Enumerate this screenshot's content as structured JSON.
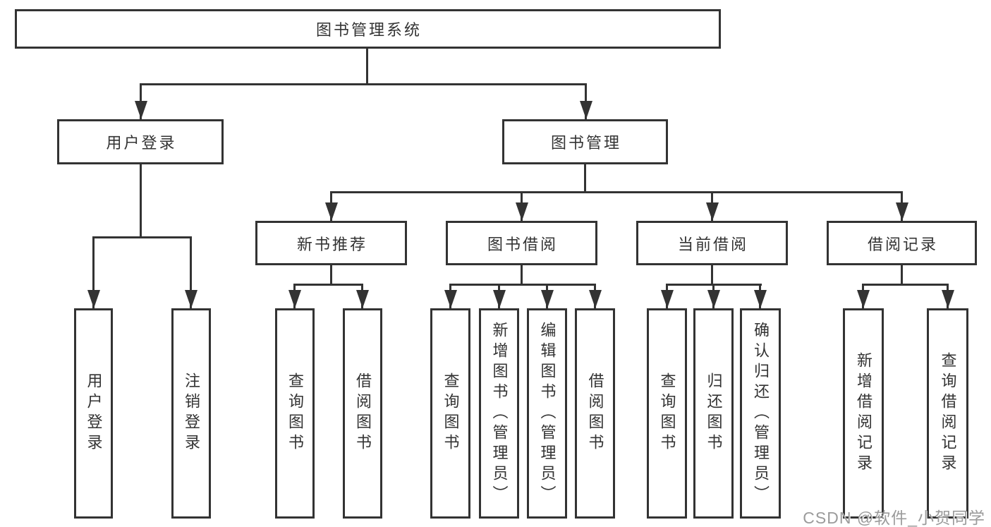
{
  "tree": {
    "label": "图书管理系统",
    "children": [
      {
        "label": "用户登录",
        "children": [
          {
            "label": "用户登录"
          },
          {
            "label": "注销登录"
          }
        ]
      },
      {
        "label": "图书管理",
        "children": [
          {
            "label": "新书推荐",
            "children": [
              {
                "label": "查询图书"
              },
              {
                "label": "借阅图书"
              }
            ]
          },
          {
            "label": "图书借阅",
            "children": [
              {
                "label": "查询图书"
              },
              {
                "label": "新增图书（管理员）"
              },
              {
                "label": "编辑图书（管理员）"
              },
              {
                "label": "借阅图书"
              }
            ]
          },
          {
            "label": "当前借阅",
            "children": [
              {
                "label": "查询图书"
              },
              {
                "label": "归还图书"
              },
              {
                "label": "确认归还（管理员）"
              }
            ]
          },
          {
            "label": "借阅记录",
            "children": [
              {
                "label": "新增借阅记录"
              },
              {
                "label": "查询借阅记录"
              }
            ]
          }
        ]
      }
    ]
  },
  "watermark": {
    "text": "CSDN @软件_小贺同学"
  },
  "colors": {
    "line": "#333333",
    "text": "#333333",
    "watermark": "#9b9b9b",
    "background": "#ffffff"
  }
}
